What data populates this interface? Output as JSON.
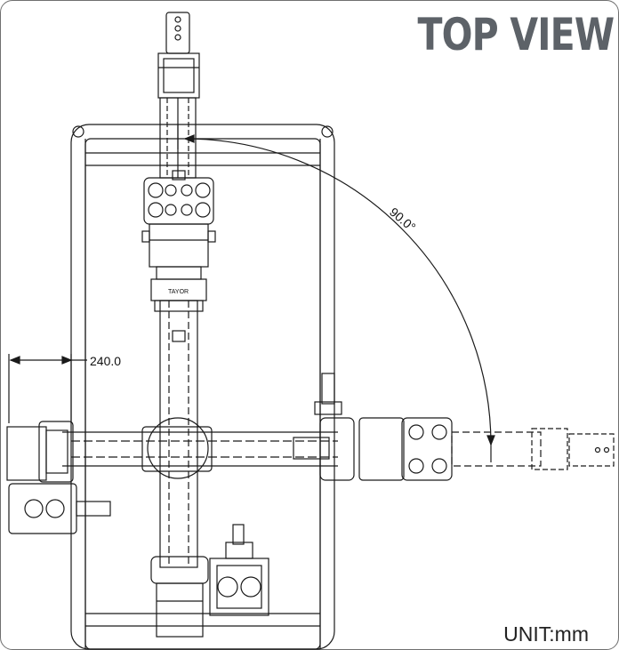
{
  "title": "TOP VIEW",
  "unit_label": "UNIT:mm",
  "dimensions": {
    "linear": {
      "value": "240.0"
    },
    "angle": {
      "value": "90.0°"
    }
  },
  "brand_text": "TAYOR",
  "colors": {
    "line": "#1a1a1a",
    "title": "#5d6268",
    "frame": "#6f6f6f"
  }
}
